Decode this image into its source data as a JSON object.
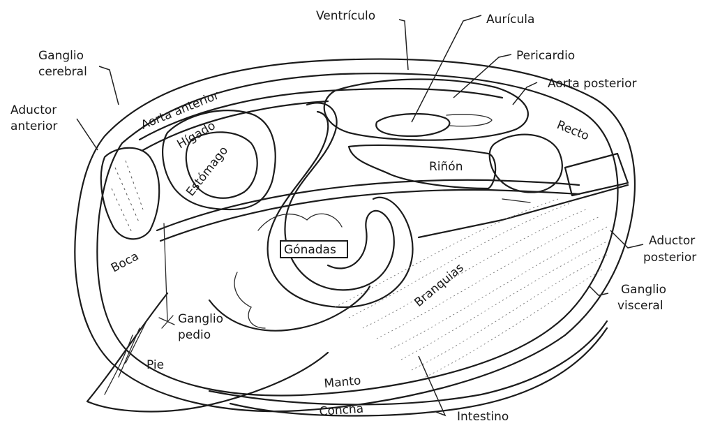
{
  "labels": {
    "ventriculo": "Ventrículo",
    "auricula": "Aurícula",
    "pericardio": "Pericardio",
    "aorta_posterior": "Aorta posterior",
    "ganglio_cerebral_1": "Ganglio",
    "ganglio_cerebral_2": "cerebral",
    "aductor_anterior_1": "Aductor",
    "aductor_anterior_2": "anterior",
    "aorta_anterior": "Aorta anterior",
    "higado": "Hígado",
    "estomago": "Estómago",
    "recto": "Recto",
    "rinon": "Riñón",
    "gonadas": "Gónadas",
    "boca": "Boca",
    "ganglio_pedio_1": "Ganglio",
    "ganglio_pedio_2": "pedio",
    "aductor_posterior_1": "Aductor",
    "aductor_posterior_2": "posterior",
    "ganglio_visceral_1": "Ganglio",
    "ganglio_visceral_2": "visceral",
    "branquias": "Branquias",
    "pie": "Pie",
    "manto": "Manto",
    "concha": "Concha",
    "intestino": "Intestino"
  }
}
